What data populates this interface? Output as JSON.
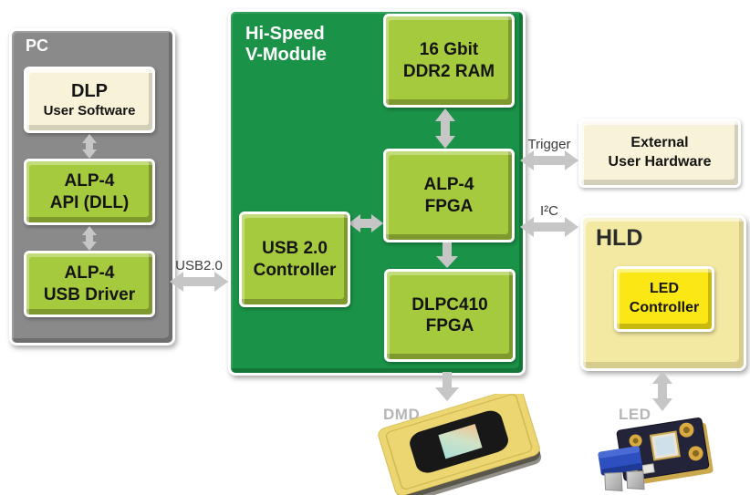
{
  "colors": {
    "module-green": "#1a9348",
    "chip-green": "#a6ca3d",
    "pc-gray": "#8a8a8a",
    "cream": "#f7f2d8",
    "hld-yellow": "#f3e9a2",
    "led-yellow": "#fae713",
    "arrow-gray": "#c6c6c6"
  },
  "pc": {
    "title": "PC",
    "dlp": {
      "line1": "DLP",
      "line2": "User Software"
    },
    "api": {
      "line1": "ALP-4",
      "line2": "API (DLL)"
    },
    "driver": {
      "line1": "ALP-4",
      "line2": "USB Driver"
    }
  },
  "module": {
    "title_line1": "Hi-Speed",
    "title_line2": "V-Module",
    "ram": {
      "line1": "16 Gbit",
      "line2": "DDR2 RAM"
    },
    "usb_controller": {
      "line1": "USB 2.0",
      "line2": "Controller"
    },
    "alp_fpga": {
      "line1": "ALP-4",
      "line2": "FPGA"
    },
    "dlpc_fpga": {
      "line1": "DLPC410",
      "line2": "FPGA"
    }
  },
  "external": {
    "line1": "External",
    "line2": "User Hardware"
  },
  "hld": {
    "title": "HLD",
    "controller": {
      "line1": "LED",
      "line2": "Controller"
    }
  },
  "labels": {
    "usb": "USB2.0",
    "trigger": "Trigger",
    "i2c": "I²C",
    "dmd": "DMD",
    "led": "LED"
  }
}
